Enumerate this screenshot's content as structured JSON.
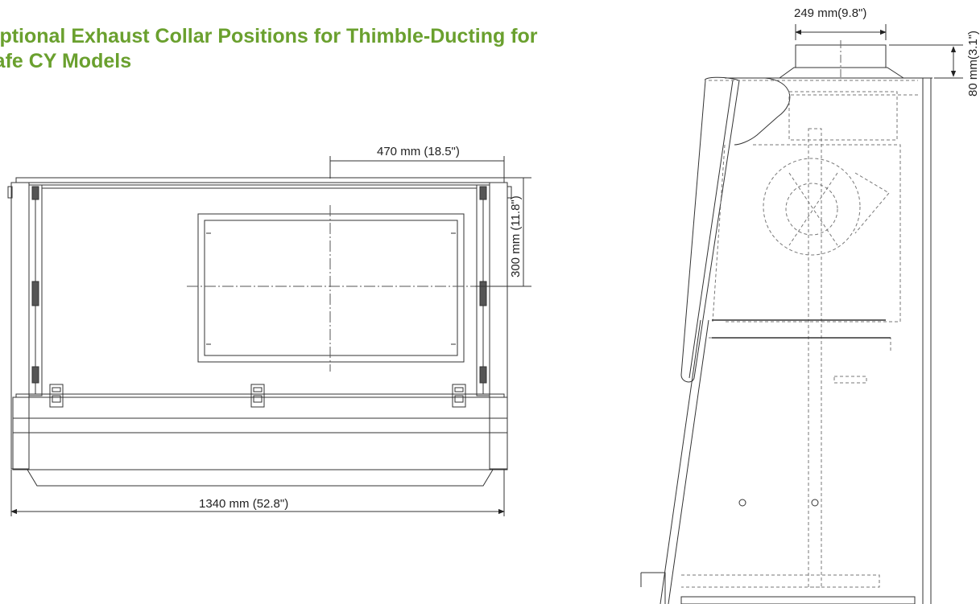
{
  "title": {
    "line1": "Optional Exhaust Collar Positions for Thimble-Ducting for",
    "line2": "Safe CY Models",
    "color": "#6aa02e"
  },
  "front_view": {
    "dim_width": "1340 mm (52.8\")",
    "dim_offset": "470 mm (18.5\")",
    "dim_height": "300 mm (11.8\")"
  },
  "side_view": {
    "dim_collar_width": "249 mm(9.8\")",
    "dim_collar_height": "80 mm(3.1\")"
  }
}
